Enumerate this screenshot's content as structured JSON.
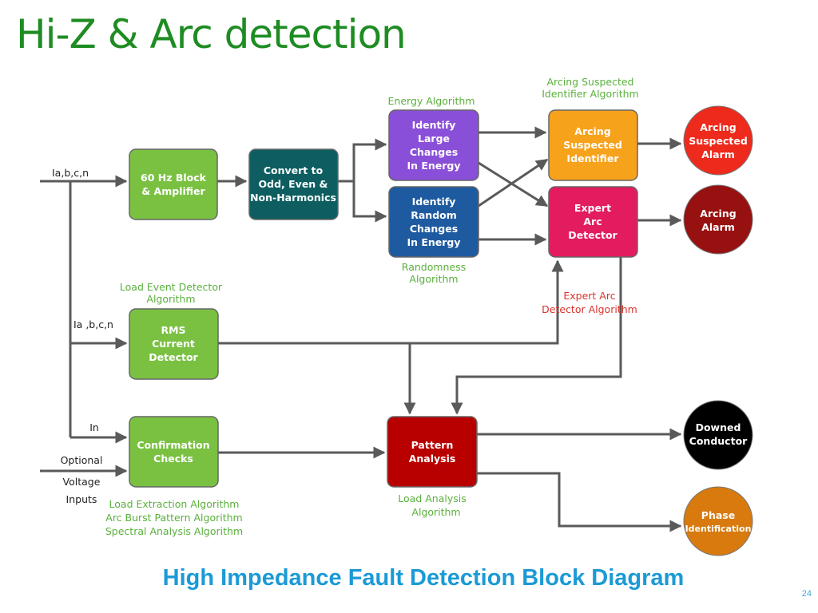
{
  "title": "Hi-Z & Arc detection",
  "caption": "High Impedance Fault Detection Block Diagram",
  "page_number": "24",
  "colors": {
    "title": "#1e8c22",
    "caption": "#1b9ad6",
    "green_block": "#7ac142",
    "teal_block": "#0e5e61",
    "purple_block": "#8a4fd8",
    "blue_block": "#1e5aa0",
    "orange_block": "#f7a21b",
    "pink_block": "#e31c5f",
    "dark_red_block": "#b80000",
    "alarm_red": "#ee2a1c",
    "alarm_dark": "#971111",
    "conductor_black": "#000000",
    "phase_orange": "#d87a0e",
    "algorithm_label": "#5ab03c",
    "expert_label": "#d9332d"
  },
  "inputs": {
    "iabc_top": "Ia,b,c,n",
    "iabc_mid": "Ia ,b,c,n",
    "in": "In",
    "optional": "Optional",
    "voltage": "Voltage",
    "inputs": "Inputs"
  },
  "blocks": {
    "amp": [
      "60 Hz Block",
      "& Amplifier"
    ],
    "convert": [
      "Convert to",
      "Odd, Even &",
      "Non-Harmonics"
    ],
    "large": [
      "Identify",
      "Large",
      "Changes",
      "In Energy"
    ],
    "random": [
      "Identify",
      "Random",
      "Changes",
      "In Energy"
    ],
    "suspected": [
      "Arcing",
      "Suspected",
      "Identifier"
    ],
    "expert": [
      "Expert",
      "Arc",
      "Detector"
    ],
    "rms": [
      "RMS",
      "Current",
      "Detector"
    ],
    "confirm": [
      "Confirmation",
      "Checks"
    ],
    "pattern": [
      "Pattern",
      "Analysis"
    ]
  },
  "outputs": {
    "arcing_suspected_alarm": [
      "Arcing",
      "Suspected",
      "Alarm"
    ],
    "arcing_alarm": [
      "Arcing",
      "Alarm"
    ],
    "downed_conductor": [
      "Downed",
      "Conductor"
    ],
    "phase_identification": [
      "Phase",
      "Identification"
    ]
  },
  "algorithm_labels": {
    "energy": "Energy Algorithm",
    "arcing_suspected": [
      "Arcing Suspected",
      "Identifier Algorithm"
    ],
    "randomness": [
      "Randomness",
      "Algorithm"
    ],
    "load_event": [
      "Load Event Detector",
      "Algorithm"
    ],
    "expert_arc": [
      "Expert Arc",
      "Detector Algorithm"
    ],
    "load_extraction": [
      "Load Extraction Algorithm",
      "Arc Burst Pattern Algorithm",
      "Spectral Analysis Algorithm"
    ],
    "load_analysis": [
      "Load Analysis",
      "Algorithm"
    ]
  }
}
